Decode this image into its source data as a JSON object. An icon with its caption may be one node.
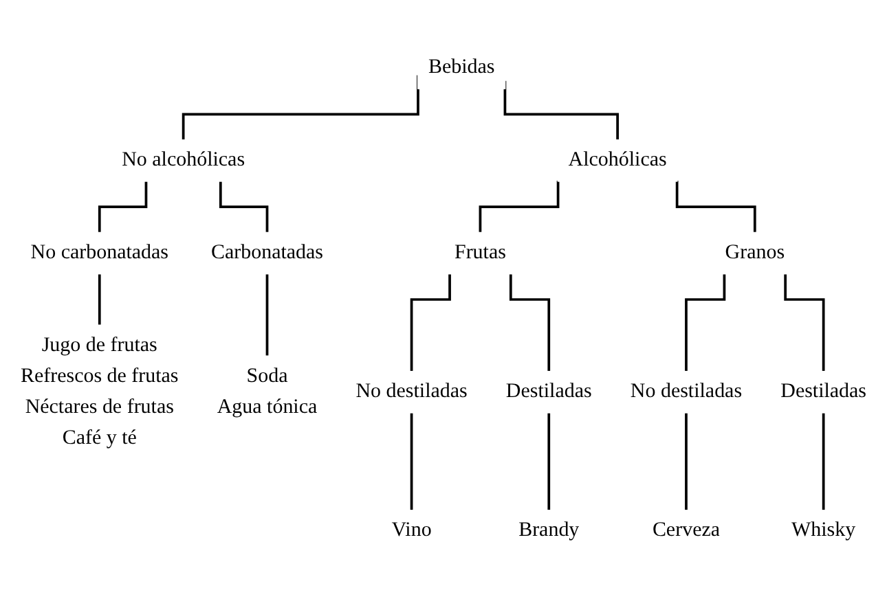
{
  "diagram": {
    "nodes": [
      {
        "text": [
          "Bebidas"
        ]
      },
      {
        "text": [
          "No alcohólicas"
        ]
      },
      {
        "text": [
          "Alcohólicas"
        ]
      },
      {
        "text": [
          "No carbonatadas"
        ]
      },
      {
        "text": [
          "Carbonatadas"
        ]
      },
      {
        "text": [
          "Jugo de frutas",
          "Refrescos de frutas",
          "Néctares de frutas",
          "Café y té"
        ]
      },
      {
        "text": [
          "Soda",
          "Agua tónica"
        ]
      },
      {
        "text": [
          "Frutas"
        ]
      },
      {
        "text": [
          "Granos"
        ]
      },
      {
        "text": [
          "No destiladas"
        ]
      },
      {
        "text": [
          "Destiladas"
        ]
      },
      {
        "text": [
          "No destiladas"
        ]
      },
      {
        "text": [
          "Destiladas"
        ]
      },
      {
        "text": [
          "Vino"
        ]
      },
      {
        "text": [
          "Brandy"
        ]
      },
      {
        "text": [
          "Cerveza"
        ]
      },
      {
        "text": [
          "Whisky"
        ]
      }
    ],
    "edges": [
      {
        "from": 0,
        "to": 1,
        "arrow": "none"
      },
      {
        "from": 0,
        "to": 2,
        "arrow": "none"
      },
      {
        "from": 1,
        "to": 3,
        "arrow": "none"
      },
      {
        "from": 1,
        "to": 4,
        "arrow": "none"
      },
      {
        "from": 3,
        "to": 5,
        "arrow": "none"
      },
      {
        "from": 4,
        "to": 6,
        "arrow": "none"
      },
      {
        "from": 2,
        "to": 7,
        "arrow": "none"
      },
      {
        "from": 2,
        "to": 8,
        "arrow": "none"
      },
      {
        "from": 7,
        "to": 9,
        "arrow": "none"
      },
      {
        "from": 7,
        "to": 10,
        "arrow": "none"
      },
      {
        "from": 8,
        "to": 11,
        "arrow": "none"
      },
      {
        "from": 8,
        "to": 12,
        "arrow": "none"
      },
      {
        "from": 9,
        "to": 13,
        "arrow": "none"
      },
      {
        "from": 10,
        "to": 14,
        "arrow": "none"
      },
      {
        "from": 11,
        "to": 15,
        "arrow": "none"
      },
      {
        "from": 12,
        "to": 16,
        "arrow": "none"
      }
    ]
  }
}
